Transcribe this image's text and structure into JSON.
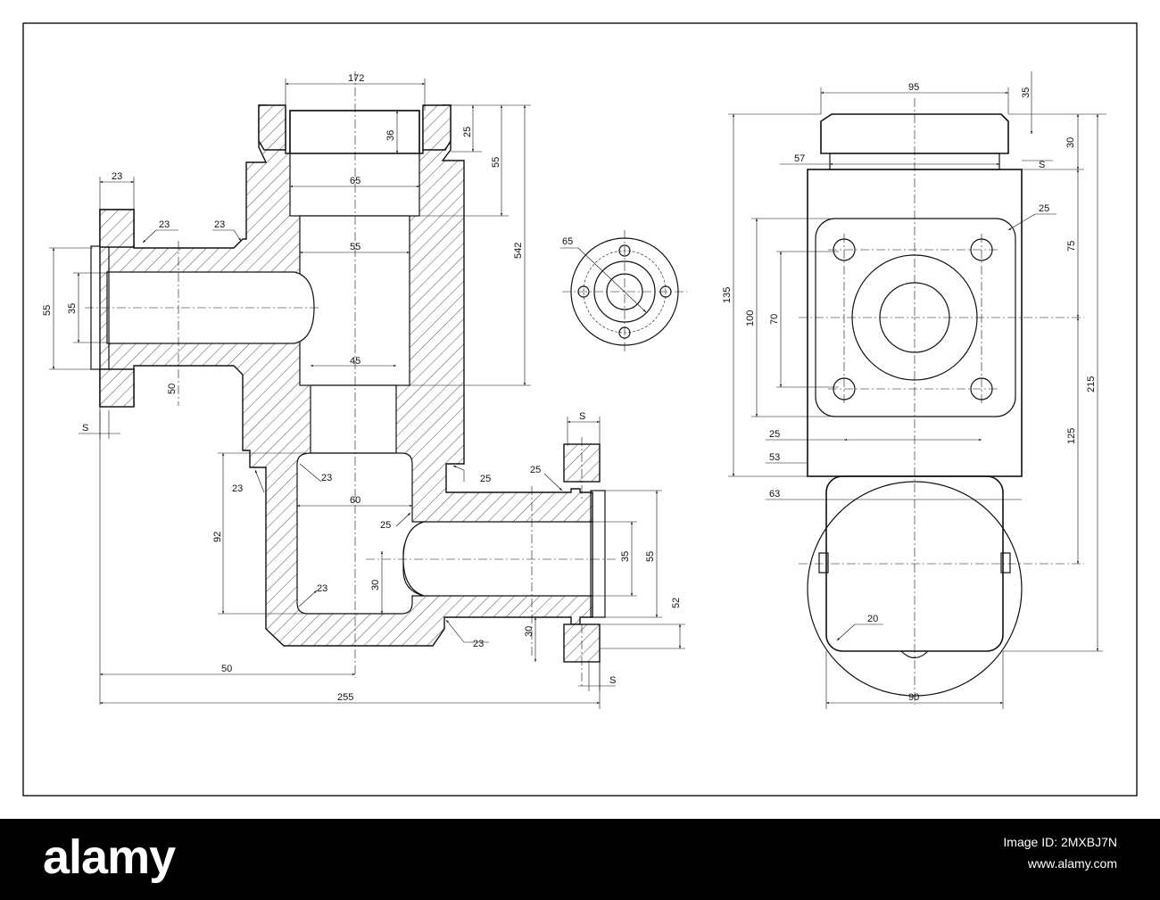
{
  "drawing": {
    "section_view": {
      "dims": {
        "d172": "172",
        "d36": "36",
        "d25_top": "25",
        "d55_top": "55",
        "d65": "65",
        "d542": "542",
        "d23_flange": "23",
        "d23_a": "23",
        "d23_b": "23",
        "d55_bore": "55",
        "d55_left": "55",
        "d35_left": "35",
        "d45": "45",
        "d50_v": "50",
        "s_left": "S",
        "d23_c": "23",
        "d23_d": "23",
        "d25_e": "25",
        "d25_f": "25",
        "s_right_top": "S",
        "d60": "60",
        "d25_g": "25",
        "d92": "92",
        "d23_e": "23",
        "d30_inner": "30",
        "d35_right": "35",
        "d55_right": "55",
        "d52": "52",
        "d30_low": "30",
        "d23_f": "23",
        "s_right_bottom": "S",
        "d50_h": "50",
        "d255": "255"
      }
    },
    "flange_view": {
      "d65": "65"
    },
    "side_view": {
      "dims": {
        "d95": "95",
        "d35": "35",
        "d30": "30",
        "s": "S",
        "d57": "57",
        "d25_corner": "25",
        "d135": "135",
        "d100": "100",
        "d70": "70",
        "d75": "75",
        "d215": "215",
        "d125": "125",
        "d25_bottom": "25",
        "d53": "53",
        "d63": "63",
        "d20": "20",
        "d90": "90"
      }
    }
  },
  "footer": {
    "logo": "alamy",
    "image_id": "Image ID: 2MXBJ7N",
    "site": "www.alamy.com"
  }
}
